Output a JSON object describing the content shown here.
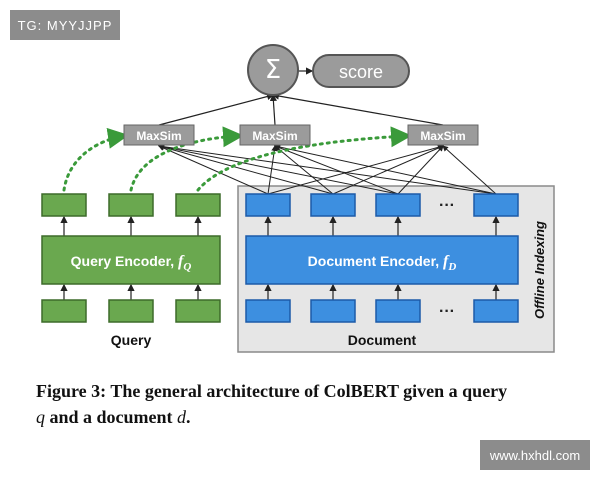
{
  "watermarks": {
    "top": "TG: MYYJJPP",
    "bottom": "www.hxhdl.com"
  },
  "diagram": {
    "sum_symbol": "Σ",
    "score_label": "score",
    "maxsim_label": "MaxSim",
    "query_encoder": {
      "text": "Query Encoder, ",
      "var": "f",
      "sub": "Q"
    },
    "document_encoder": {
      "text": "Document Encoder, ",
      "var": "f",
      "sub": "D"
    },
    "query_label": "Query",
    "document_label": "Document",
    "offline_indexing_label": "Offline Indexing",
    "ellipsis": "···",
    "colors": {
      "green_fill": "#6aa84f",
      "green_stroke": "#3d6b2a",
      "blue_fill": "#3d8fe0",
      "blue_stroke": "#1c5aa8",
      "gray_fill": "#9b9b9b",
      "panel_fill": "#e6e6e6",
      "panel_stroke": "#8a8a8a",
      "dots": "#3a9a3a"
    }
  },
  "caption": {
    "label": "Figure 3:",
    "text_1": " The general architecture of ColBERT given a query",
    "var_q": "q",
    "text_2": " and a document ",
    "var_d": "d",
    "text_3": "."
  }
}
